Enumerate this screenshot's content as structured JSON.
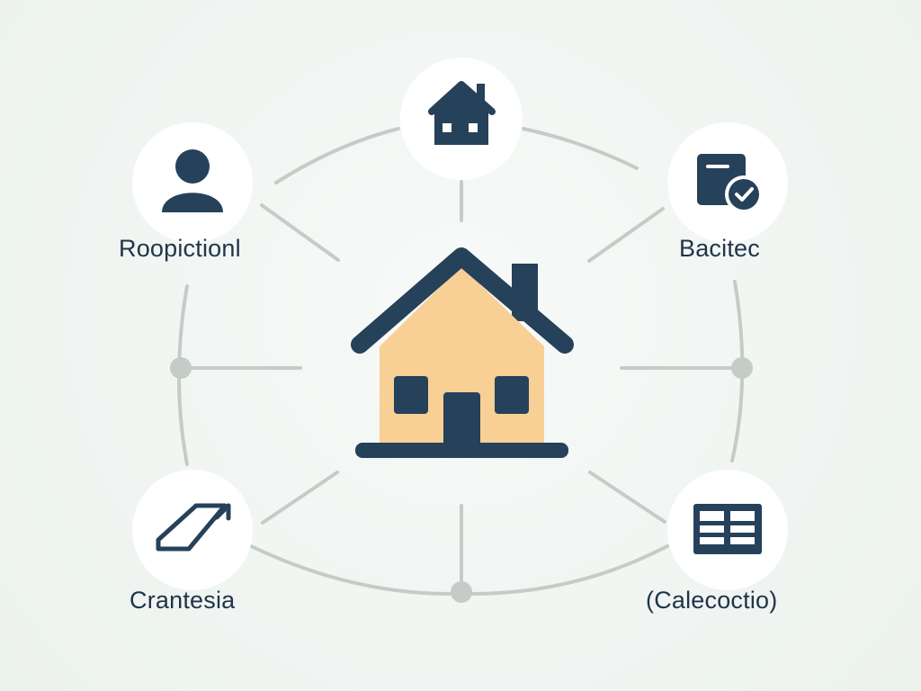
{
  "nodes": {
    "top_left": {
      "label": "Roopictionl",
      "icon": "user-icon"
    },
    "top_right": {
      "label": "Bacitec",
      "icon": "document-check-icon"
    },
    "bottom_left": {
      "label": "Crantesia",
      "icon": "pencil-icon"
    },
    "bottom_right": {
      "label": "(Calecoctio)",
      "icon": "book-icon"
    },
    "top_center": {
      "icon": "house-icon"
    },
    "center": {
      "icon": "house-icon"
    }
  },
  "colors": {
    "background": "#f1f6f3",
    "icon_dark": "#26415a",
    "house_fill": "#f8cf95",
    "line": "#c5ccc8",
    "circle": "#ffffff"
  }
}
